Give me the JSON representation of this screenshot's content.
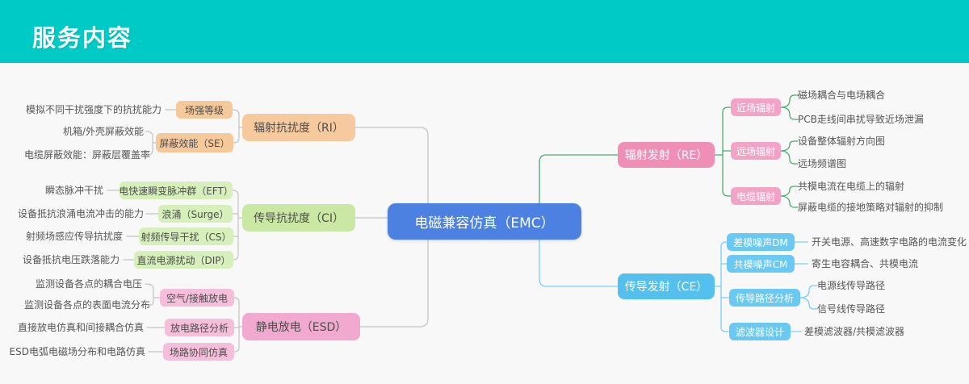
{
  "header": {
    "title": "服务内容"
  },
  "colors": {
    "header_bg": "#00cac6",
    "canvas_bg": "#f8f8f8",
    "root_bg": "#4c80e1",
    "ri_bg": "#f6ca9e",
    "ri_sub_bg": "#f6c99b",
    "ci_bg": "#cbe7a4",
    "ci_sub_bg": "#d6efbb",
    "esd_bg": "#f2a9d0",
    "esd_sub_bg": "#f5bedb",
    "re_bg": "#f08fb6",
    "re_sub_bg": "#f2a3c6",
    "ce_bg": "#54c0ed",
    "ce_sub_bg": "#6ac9f2",
    "line_left": "#c3c3c3",
    "line_re": "#4cab6e",
    "line_ce": "#7ccdf2",
    "text_dark": "#4d4d4d",
    "text_leaf": "#555555"
  },
  "mindmap": {
    "root": "电磁兼容仿真（EMC）",
    "branches": [
      {
        "id": "radiated-immunity",
        "label": "辐射抗扰度（RI）",
        "children": [
          {
            "label": "场强等级",
            "leaves": [
              "模拟不同干扰强度下的抗扰能力"
            ]
          },
          {
            "label": "屏蔽效能（SE）",
            "leaves": [
              "机箱/外壳屏蔽效能",
              "电缆屏蔽效能：屏蔽层覆盖率"
            ]
          }
        ]
      },
      {
        "id": "conducted-immunity",
        "label": "传导抗扰度（CI）",
        "children": [
          {
            "label": "电快速瞬变脉冲群（EFT）",
            "leaves": [
              "瞬态脉冲干扰"
            ]
          },
          {
            "label": "浪涌（Surge）",
            "leaves": [
              "设备抵抗浪涌电流冲击的能力"
            ]
          },
          {
            "label": "射频传导干扰（CS）",
            "leaves": [
              "射频场感应传导抗扰度"
            ]
          },
          {
            "label": "直流电源扰动（DIP）",
            "leaves": [
              "设备抵抗电压跌落能力"
            ]
          }
        ]
      },
      {
        "id": "esd",
        "label": "静电放电（ESD）",
        "children": [
          {
            "label": "空气/接触放电",
            "leaves": [
              "监测设备各点的耦合电压",
              "监测设备各点的表面电流分布"
            ]
          },
          {
            "label": "放电路径分析",
            "leaves": [
              "直接放电仿真和间接耦合仿真"
            ]
          },
          {
            "label": "场路协同仿真",
            "leaves": [
              "ESD电弧电磁场分布和电路仿真"
            ]
          }
        ]
      },
      {
        "id": "radiated-emission",
        "label": "辐射发射（RE）",
        "children": [
          {
            "label": "近场辐射",
            "leaves": [
              "磁场耦合与电场耦合",
              "PCB走线间串扰导致近场泄漏"
            ]
          },
          {
            "label": "远场辐射",
            "leaves": [
              "设备整体辐射方向图",
              "远场频谱图"
            ]
          },
          {
            "label": "电缆辐射",
            "leaves": [
              "共模电流在电缆上的辐射",
              "屏蔽电缆的接地策略对辐射的抑制"
            ]
          }
        ]
      },
      {
        "id": "conducted-emission",
        "label": "传导发射（CE）",
        "children": [
          {
            "label": "差模噪声DM",
            "leaves": [
              "开关电源、高速数字电路的电流变化"
            ]
          },
          {
            "label": "共模噪声CM",
            "leaves": [
              "寄生电容耦合、共模电流"
            ]
          },
          {
            "label": "传导路径分析",
            "leaves": [
              "电源线传导路径",
              "信号线传导路径"
            ]
          },
          {
            "label": "滤波器设计",
            "leaves": [
              "差模滤波器/共模滤波器"
            ]
          }
        ]
      }
    ]
  }
}
